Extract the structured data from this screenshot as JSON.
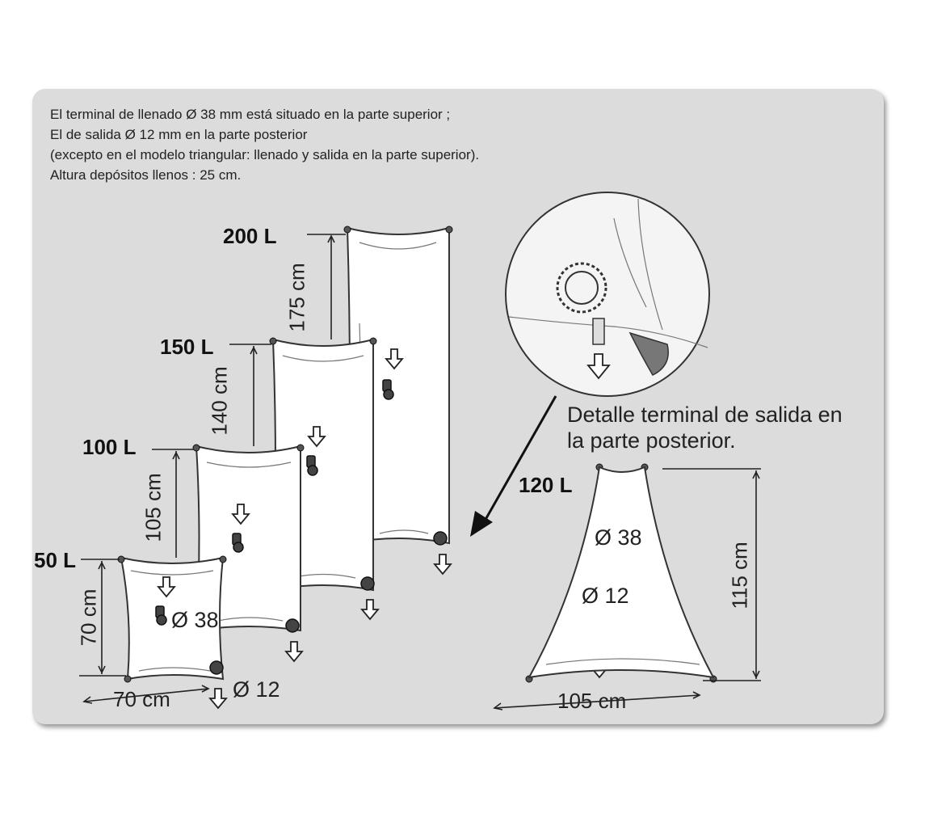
{
  "notes": [
    "El terminal de llenado Ø 38 mm está situado en la parte superior ;",
    "El de salida Ø 12 mm en la parte posterior",
    "(excepto en el modelo triangular: llenado y salida en la parte superior).",
    "Altura depósitos llenos : 25 cm."
  ],
  "capacities": {
    "c200": "200 L",
    "c150": "150 L",
    "c100": "100 L",
    "c50": "50 L",
    "c120": "120 L"
  },
  "dimensions": {
    "h175": "175 cm",
    "h140": "140 cm",
    "h105": "105 cm",
    "h70": "70 cm",
    "w70": "70 cm",
    "h115": "115 cm",
    "w105": "105 cm"
  },
  "labels": {
    "inlet_small": "Ø 38",
    "outlet_small": "Ø 12",
    "inlet_tri": "Ø 38",
    "outlet_tri": "Ø 12"
  },
  "detail": {
    "line1": "Detalle terminal de salida en",
    "line2": "la parte posterior."
  },
  "colors": {
    "panel": "#dcdcdc",
    "bag": "#ffffff",
    "ink": "#222222"
  }
}
